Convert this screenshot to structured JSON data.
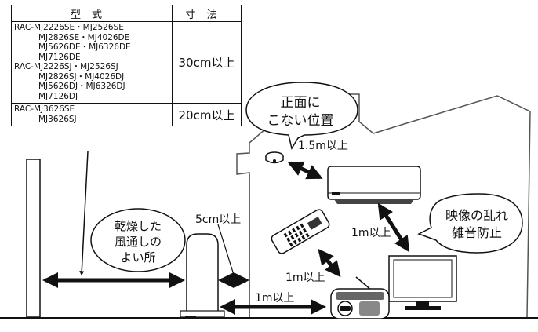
{
  "table": {
    "header_model": "型式",
    "header_size": "寸法",
    "group1": {
      "models": [
        "RAC-MJ2226SE・MJ2526SE",
        "MJ2826SE・MJ4026DE",
        "MJ5626DE・MJ6326DE",
        "MJ7126DE",
        "RAC-MJ2226SJ・MJ2526SJ",
        "MJ2826SJ・MJ4026DJ",
        "MJ5626DJ・MJ6326DJ",
        "MJ7126DJ"
      ],
      "size": "30cm以上"
    },
    "group2": {
      "models": [
        "RAC-MJ3626SE",
        "MJ3626SJ"
      ],
      "size": "20cm以上"
    }
  },
  "callouts": {
    "detector_note_line1": "正面に",
    "detector_note_line2": "こない位置",
    "tv_note_line1": "映像の乱れ",
    "tv_note_line2": "雑音防止",
    "outdoor_note_line1": "乾燥した",
    "outdoor_note_line2": "風通しの",
    "outdoor_note_line3": "よい所"
  },
  "distances": {
    "detector_to_ac": "1.5m以上",
    "ac_to_tv": "1m以上",
    "remote_to_radio": "1m以上",
    "unit_to_radio": "1m以上",
    "unit_to_wall": "5cm以上"
  }
}
